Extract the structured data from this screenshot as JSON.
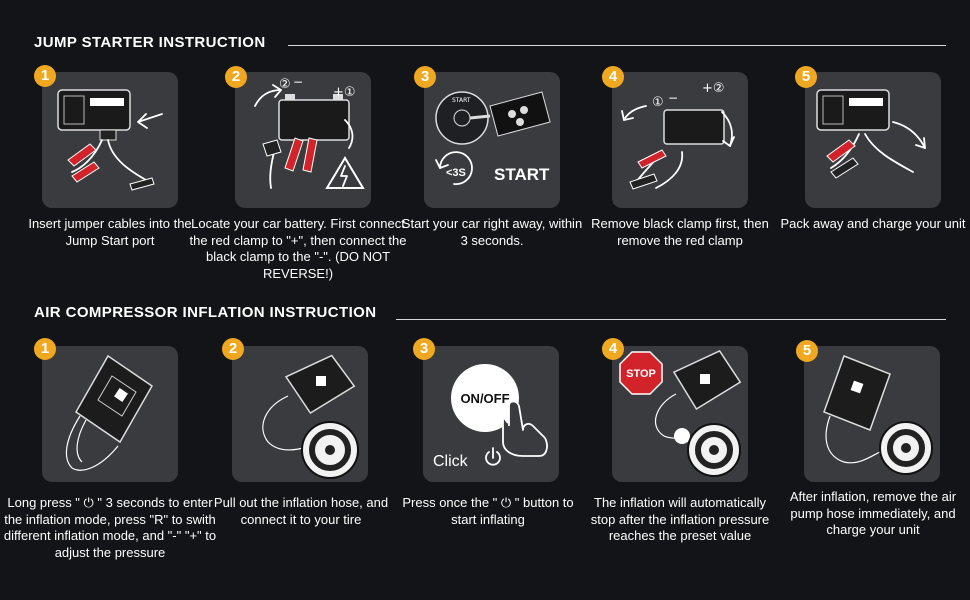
{
  "colors": {
    "background": "#131417",
    "tile": "#3a3b3f",
    "badge": "#f0a820",
    "clamp_red": "#d3232a",
    "stop_red": "#d3232a",
    "text": "#ffffff"
  },
  "jump": {
    "title": "JUMP STARTER INSTRUCTION",
    "steps": [
      {
        "num": "1",
        "caption": "Insert jumper cables into the Jump Start port",
        "icon": "jump-starter-port-icon"
      },
      {
        "num": "2",
        "caption": "Locate your car battery. First connect the red clamp to \"+\", then connect the black clamp to the \"-\". (DO NOT REVERSE!)",
        "icon": "car-battery-icon",
        "labels": [
          "②",
          "−",
          "+①"
        ]
      },
      {
        "num": "3",
        "caption": "Start your car right away, within 3 seconds.",
        "icon": "ignition-key-icon",
        "labels": [
          "START",
          "<3S",
          "START"
        ]
      },
      {
        "num": "4",
        "caption": "Remove black clamp first, then remove the red clamp",
        "icon": "battery-remove-icon",
        "labels": [
          "①",
          "−",
          "+②"
        ]
      },
      {
        "num": "5",
        "caption": "Pack away and charge your unit",
        "icon": "pack-away-icon"
      }
    ]
  },
  "air": {
    "title": "AIR COMPRESSOR INFLATION INSTRUCTION",
    "steps": [
      {
        "num": "1",
        "caption": "Long press \" ⏻ \" 3 seconds to enter the inflation mode, press \"R\" to swith different inflation mode, and \"-\" \"+\" to adjust the pressure",
        "icon": "compressor-device-icon"
      },
      {
        "num": "2",
        "caption": "Pull out the inflation hose, and connect it to your tire",
        "icon": "tire-connect-icon"
      },
      {
        "num": "3",
        "caption": "Press once the \" ⏻ \" button to start inflating",
        "icon": "power-button-icon",
        "labels": [
          "ON/OFF",
          "Click"
        ]
      },
      {
        "num": "4",
        "caption": "The inflation will automatically stop after the inflation pressure reaches the preset value",
        "icon": "auto-stop-icon",
        "labels": [
          "STOP"
        ]
      },
      {
        "num": "5",
        "caption": "After inflation, remove the air pump hose immediately, and charge your unit",
        "icon": "remove-hose-icon"
      }
    ]
  }
}
